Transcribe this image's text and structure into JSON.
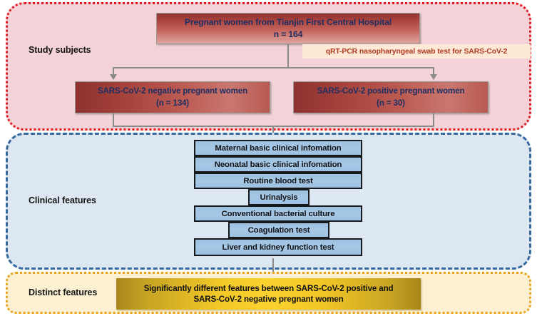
{
  "figure": {
    "type": "flowchart",
    "title": "Study design flowchart"
  },
  "sections": {
    "study_subjects": {
      "label": "Study subjects",
      "border_color": "#e01b24",
      "background_color": "#f3d3d7",
      "cohort_box": {
        "line1": "Pregnant women from Tianjin First Central Hospital",
        "line2": "n = 164"
      },
      "annotation": "qRT-PCR nasopharyngeal swab test for SARS-CoV-2",
      "groups": [
        {
          "line1": "SARS-CoV-2 negative pregnant women",
          "line2": "(n = 134)"
        },
        {
          "line1": "SARS-CoV-2 positive pregnant women",
          "line2": "(n = 30)"
        }
      ]
    },
    "clinical_features": {
      "label": "Clinical features",
      "border_color": "#36699e",
      "background_color": "#dde7f2",
      "items": [
        "Maternal basic clinical infomation",
        "Neonatal basic clinical infomation",
        "Routine blood test",
        "Urinalysis",
        "Conventional bacterial culture",
        "Coagulation test",
        "Liver and kidney function test"
      ]
    },
    "distinct_features": {
      "label": "Distinct features",
      "border_color": "#e6a51e",
      "background_color": "#fbf0d2",
      "result_box": {
        "line1": "Significantly different features between SARS-CoV-2 positive and",
        "line2": "SARS-CoV-2 negative pregnant women"
      }
    }
  }
}
